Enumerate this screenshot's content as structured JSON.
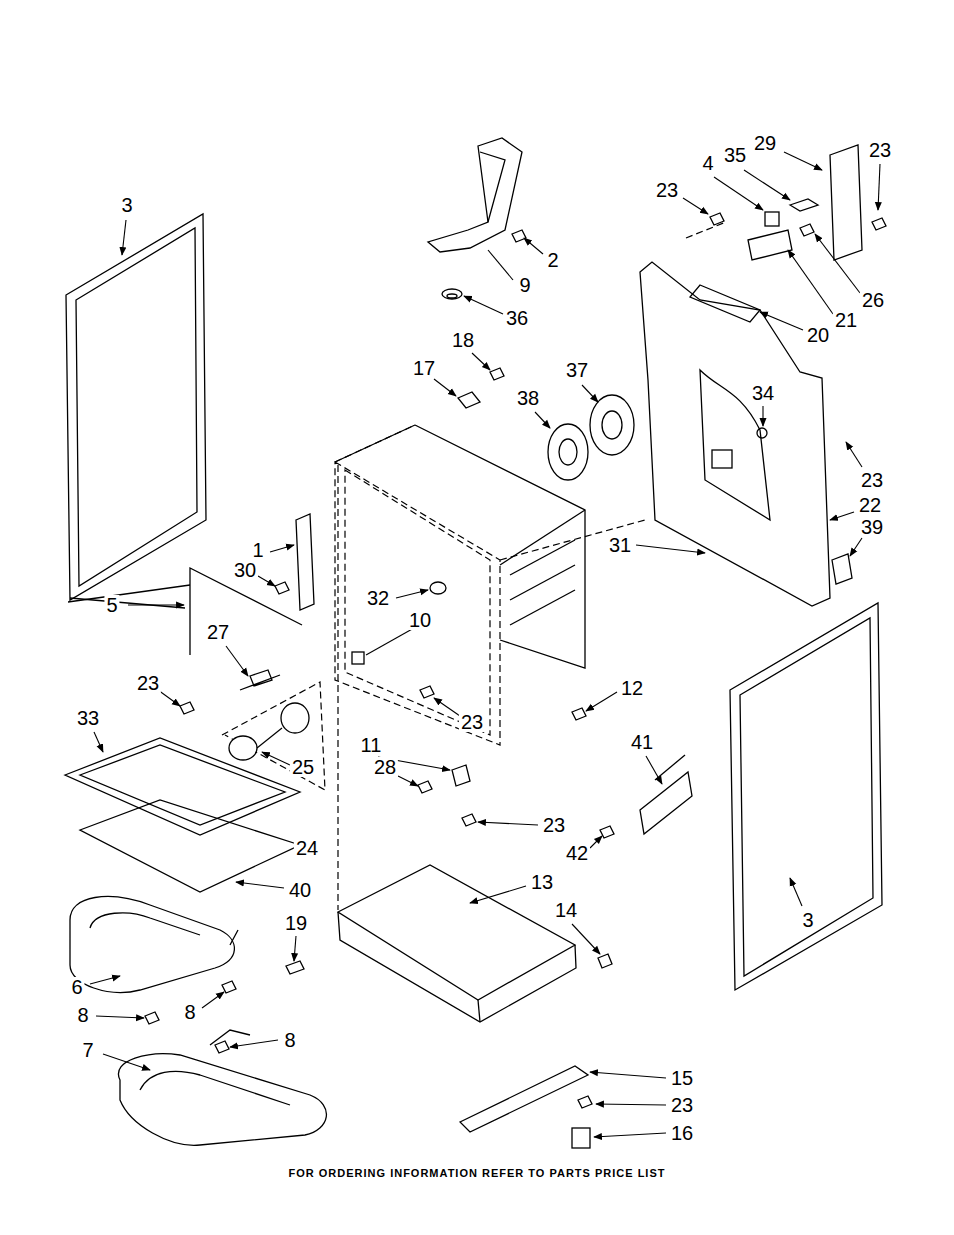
{
  "diagram": {
    "caption": "FOR ORDERING INFORMATION REFER TO PARTS PRICE LIST",
    "labels": [
      "3",
      "29",
      "23",
      "35",
      "4",
      "23",
      "2",
      "9",
      "26",
      "21",
      "20",
      "36",
      "18",
      "17",
      "37",
      "38",
      "34",
      "23",
      "22",
      "39",
      "1",
      "31",
      "30",
      "32",
      "5",
      "10",
      "27",
      "23",
      "12",
      "23",
      "11",
      "41",
      "33",
      "25",
      "28",
      "23",
      "24",
      "42",
      "40",
      "13",
      "14",
      "19",
      "3",
      "6",
      "8",
      "8",
      "8",
      "7",
      "15",
      "23",
      "16"
    ]
  }
}
